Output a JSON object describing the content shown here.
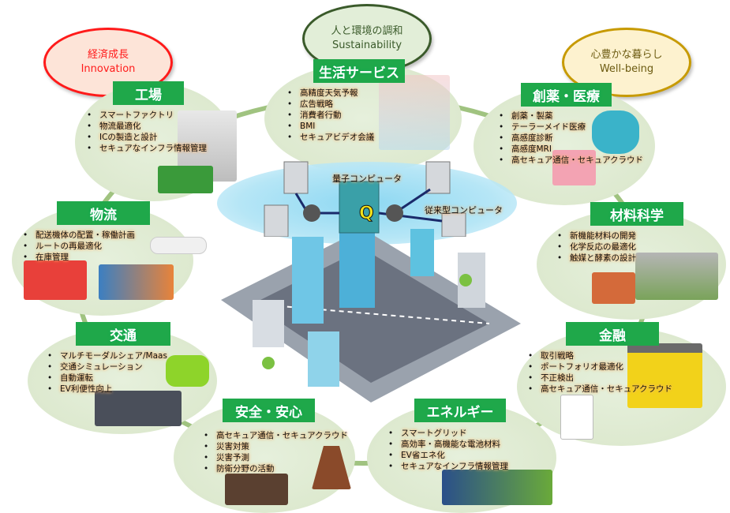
{
  "values": {
    "innovation": {
      "jp": "経済成長",
      "en": "Innovation",
      "color": "#ff1a1a"
    },
    "sustainability": {
      "jp": "人と環境の調和",
      "en": "Sustainability",
      "color": "#3a5a2a"
    },
    "wellbeing": {
      "jp": "心豊かな暮らし",
      "en": "Well-being",
      "color": "#c79a00"
    }
  },
  "center": {
    "quantum_label": "量子コンピュータ",
    "quantum_symbol": "Q",
    "classical_label": "従来型コンピュータ"
  },
  "sectors": [
    {
      "id": "factory",
      "title": "工場",
      "items": [
        "スマートファクトリ",
        "物流最適化",
        "ICの製造と設計",
        "セキュアなインフラ情報管理"
      ]
    },
    {
      "id": "life-services",
      "title": "生活サービス",
      "items": [
        "高精度天気予報",
        "広告戦略",
        "消費者行動",
        "BMI",
        "セキュアビデオ会議"
      ]
    },
    {
      "id": "drug-medical",
      "title": "創薬・医療",
      "items": [
        "創薬・製薬",
        "テーラーメイド医療",
        "高感度診断",
        "高感度MRI",
        "高セキュア通信・セキュアクラウド"
      ]
    },
    {
      "id": "logistics",
      "title": "物流",
      "items": [
        "配送機体の配置・稼働計画",
        "ルートの再最適化",
        "在庫管理"
      ]
    },
    {
      "id": "materials",
      "title": "材料科学",
      "items": [
        "新機能材料の開発",
        "化学反応の最適化",
        "触媒と酵素の設計"
      ]
    },
    {
      "id": "transport",
      "title": "交通",
      "items": [
        "マルチモーダルシェア/Maas",
        "交通シミュレーション",
        "自動運転",
        "EV利便性向上"
      ]
    },
    {
      "id": "finance",
      "title": "金融",
      "items": [
        "取引戦略",
        "ポートフォリオ最適化",
        "不正検出",
        "高セキュア通信・セキュアクラウド"
      ]
    },
    {
      "id": "safety",
      "title": "安全・安心",
      "items": [
        "高セキュア通信・セキュアクラウド",
        "災害対策",
        "災害予測",
        "防衛分野の活動"
      ]
    },
    {
      "id": "energy",
      "title": "エネルギー",
      "items": [
        "スマートグリッド",
        "高効率・高機能な電池材料",
        "EV省エネ化",
        "セキュアなインフラ情報管理"
      ]
    }
  ]
}
